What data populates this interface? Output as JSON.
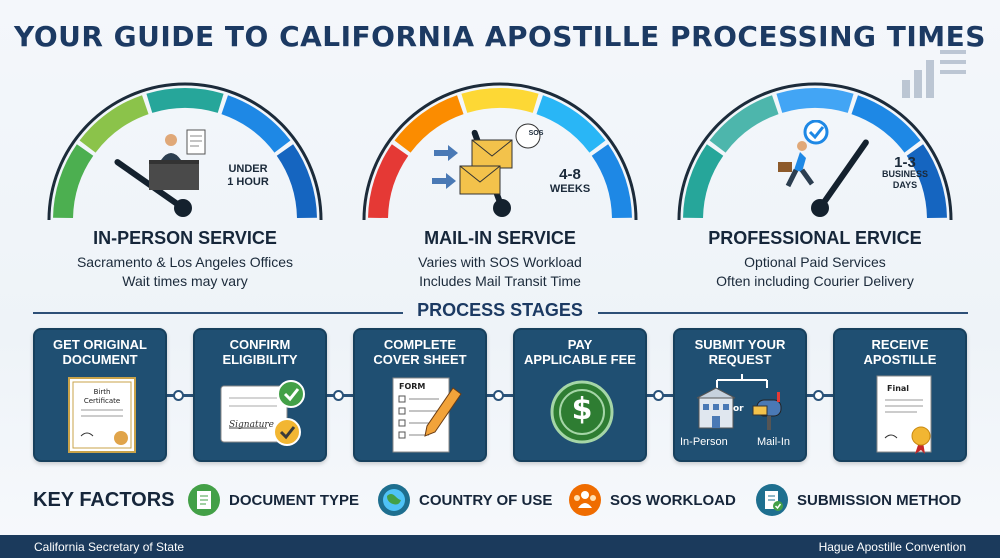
{
  "title": "YOUR GUIDE TO CALIFORNIA APOSTILLE PROCESSING TIMES",
  "services": [
    {
      "gauge_text": [
        "UNDER",
        "1 HOUR"
      ],
      "title": "IN-PERSON SERVICE",
      "desc": [
        "Sacramento & Los Angeles Offices",
        "Wait times may vary"
      ],
      "colors": [
        "#4caf50",
        "#8bc34a",
        "#26a69a",
        "#1e88e5",
        "#1565c0"
      ]
    },
    {
      "gauge_text": [
        "4-8",
        "WEEKS"
      ],
      "badge_text": "SOS",
      "title": "MAIL-IN SERVICE",
      "desc": [
        "Varies with SOS Workload",
        "Includes Mail Transit Time"
      ],
      "colors": [
        "#e53935",
        "#fb8c00",
        "#fdd835",
        "#29b6f6",
        "#1e88e5"
      ]
    },
    {
      "gauge_text": [
        "1-3",
        "BUSINESS",
        "DAYS"
      ],
      "title": "PROFESSIONAL ERVICE",
      "desc": [
        "Optional Paid Services",
        "Often including Courier Delivery"
      ],
      "colors": [
        "#26a69a",
        "#4db6ac",
        "#42a5f5",
        "#1e88e5",
        "#1565c0"
      ]
    }
  ],
  "stages_title": "PROCESS STAGES",
  "stages": [
    {
      "label": [
        "GET ORIGINAL",
        "DOCUMENT"
      ],
      "art_text": [
        "Birth",
        "Certificate"
      ]
    },
    {
      "label": [
        "CONFIRM",
        "ELIGIBILITY"
      ],
      "art_text": [
        "Signature"
      ]
    },
    {
      "label": [
        "COMPLETE",
        "COVER SHEET"
      ],
      "art_text": [
        "FORM"
      ]
    },
    {
      "label": [
        "PAY",
        "APPLICABLE FEE"
      ],
      "art_text": [
        "$"
      ]
    },
    {
      "label": [
        "SUBMIT YOUR",
        "REQUEST"
      ],
      "art_text": [
        "In-Person",
        "or",
        "Mail-In"
      ]
    },
    {
      "label": [
        "RECEIVE",
        "APOSTILLE"
      ],
      "art_text": [
        "Final"
      ]
    }
  ],
  "factors_title": "KEY FACTORS",
  "factors": [
    {
      "label": "DOCUMENT TYPE",
      "icon": "document-icon",
      "color": "#43a047"
    },
    {
      "label": "COUNTRY OF USE",
      "icon": "globe-icon",
      "color": "#1e6f8f"
    },
    {
      "label": "SOS WORKLOAD",
      "icon": "people-icon",
      "color": "#ef6c00"
    },
    {
      "label": "SUBMISSION METHOD",
      "icon": "form-check-icon",
      "color": "#1e6f8f"
    }
  ],
  "footer": {
    "left": "California Secretary of State",
    "right": "Hague Apostille Convention"
  }
}
